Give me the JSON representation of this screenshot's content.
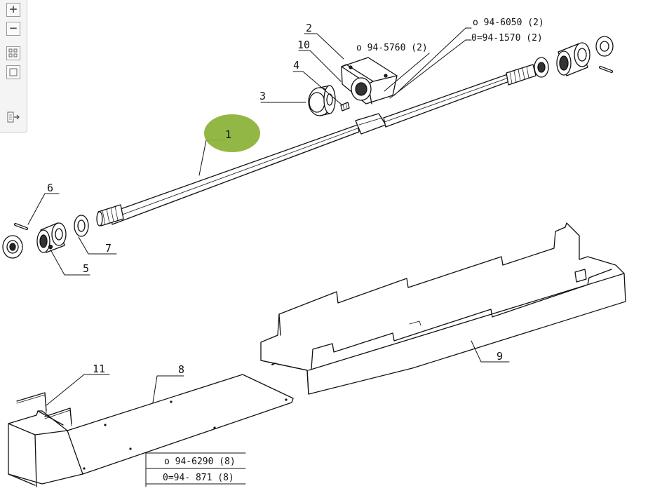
{
  "toolbar": {
    "zoom_in": "+",
    "zoom_out": "−"
  },
  "callouts": {
    "c1": "1",
    "c2": "2",
    "c3": "3",
    "c4": "4",
    "c5": "5",
    "c6": "6",
    "c7": "7",
    "c8": "8",
    "c9": "9",
    "c10": "10",
    "c11": "11"
  },
  "part_refs": {
    "r1": "o 94-6050 (2)",
    "r2": "0=94-1570 (2)",
    "r3": "o 94-5760 (2)",
    "r4": "o 94-6290 (8)",
    "r5": "0=94- 871 (8)"
  },
  "colors": {
    "highlight": "#8db33a",
    "ink": "#111111"
  }
}
